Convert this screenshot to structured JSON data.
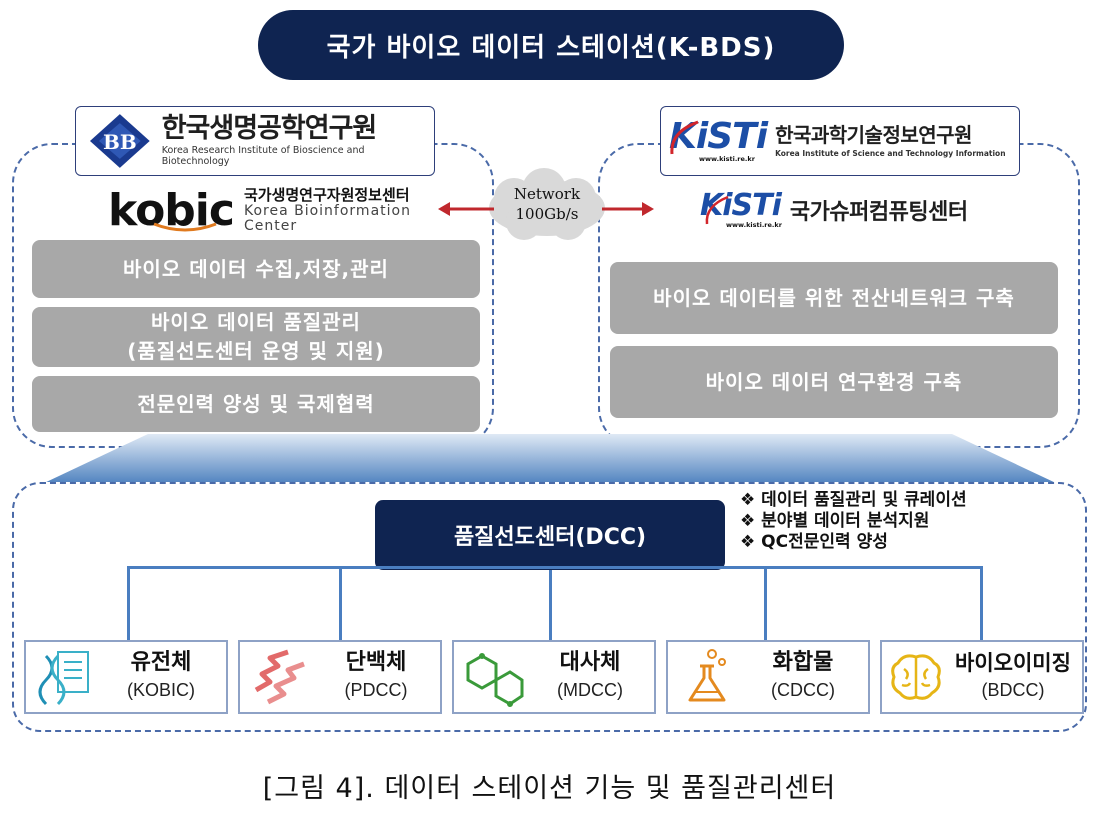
{
  "title": "국가 바이오 데이터 스테이션(K-BDS)",
  "left_org": {
    "logo_mark": "BB",
    "name_ko": "한국생명공학연구원",
    "name_en": "Korea Research Institute of Bioscience and Biotechnology",
    "kobic_word": "kobic",
    "kobic_ko": "국가생명연구자원정보센터",
    "kobic_en": "Korea Bioinformation Center"
  },
  "right_org": {
    "kisti_word": "KiSTi",
    "kisti_url": "www.kisti.re.kr",
    "name_ko": "한국과학기술정보연구원",
    "name_en": "Korea Institute of Science and Technology Information",
    "center_ko": "국가슈퍼컴퓨팅센터"
  },
  "network": {
    "line1": "Network",
    "line2": "100Gb/s"
  },
  "left_functions": [
    {
      "lines": [
        "바이오 데이터 수집,저장,관리"
      ]
    },
    {
      "lines": [
        "바이오 데이터 품질관리",
        "(품질선도센터 운영 및 지원)"
      ]
    },
    {
      "lines": [
        "전문인력 양성 및 국제협력"
      ]
    }
  ],
  "right_functions": [
    {
      "lines": [
        "바이오 데이터를 위한 전산네트워크 구축"
      ]
    },
    {
      "lines": [
        "바이오 데이터 연구환경 구축"
      ]
    }
  ],
  "dcc": {
    "label": "품질선도센터(DCC)",
    "bullets": [
      "❖ 데이터 품질관리 및 큐레이션",
      "❖ 분야별 데이터 분석지원",
      "❖ QC전문인력 양성"
    ]
  },
  "centers": [
    {
      "name": "유전체",
      "abbr": "(KOBIC)",
      "icon": "dna-document-icon"
    },
    {
      "name": "단백체",
      "abbr": "(PDCC)",
      "icon": "protein-ribbon-icon"
    },
    {
      "name": "대사체",
      "abbr": "(MDCC)",
      "icon": "molecule-ring-icon"
    },
    {
      "name": "화합물",
      "abbr": "(CDCC)",
      "icon": "chemistry-flask-icon"
    },
    {
      "name": "바이오이미징",
      "abbr": "(BDCC)",
      "icon": "brain-icon"
    }
  ],
  "caption": "[그림 4]. 데이터 스테이션 기능 및 품질관리센터",
  "colors": {
    "navy": "#0f2451",
    "gray_box": "#a8a8a8",
    "dash_blue": "#4a6aa8",
    "arrow_red": "#c0282d",
    "kisti_blue": "#1c4ea6"
  }
}
